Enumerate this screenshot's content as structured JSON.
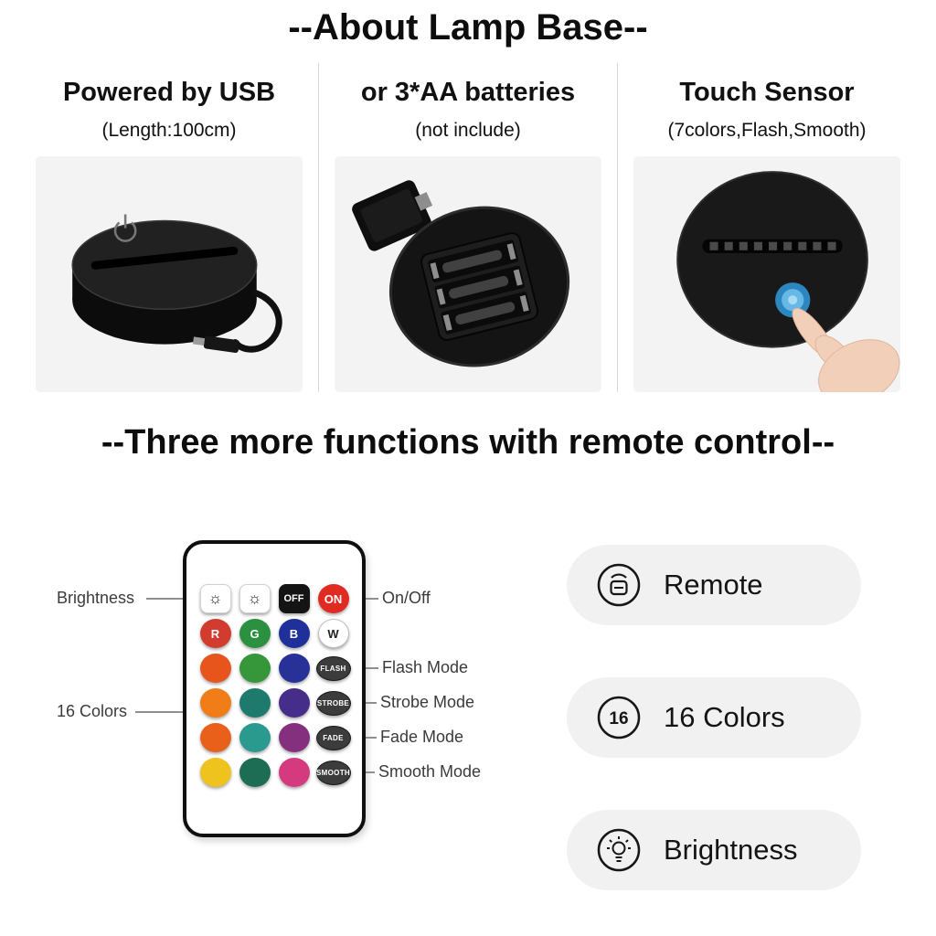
{
  "titles": {
    "about": "--About Lamp Base--",
    "functions": "--Three more functions with remote control--"
  },
  "columns": [
    {
      "heading": "Powered by USB",
      "subheading": "(Length:100cm)"
    },
    {
      "heading": "or 3*AA batteries",
      "subheading": "(not include)"
    },
    {
      "heading": "Touch Sensor",
      "subheading": "(7colors,Flash,Smooth)"
    }
  ],
  "remote": {
    "callouts": {
      "brightness": "Brightness",
      "colors": "16 Colors",
      "onoff": "On/Off",
      "flash": "Flash Mode",
      "strobe": "Strobe Mode",
      "fade": "Fade Mode",
      "smooth": "Smooth Mode"
    },
    "rows": [
      [
        {
          "name": "brightness-down-button",
          "kind": "icon",
          "glyph": "☼",
          "bg": "#ffffff",
          "fg": "#222222"
        },
        {
          "name": "brightness-up-button",
          "kind": "icon",
          "glyph": "☼",
          "bg": "#ffffff",
          "fg": "#222222"
        },
        {
          "name": "off-button",
          "kind": "square",
          "label": "OFF",
          "bg": "#141414",
          "fg": "#ffffff"
        },
        {
          "name": "on-button",
          "kind": "round",
          "label": "ON",
          "bg": "#e02b22",
          "fg": "#ffffff"
        }
      ],
      [
        {
          "name": "red-button",
          "kind": "round",
          "label": "R",
          "bg": "#d23c2e",
          "fg": "#ffffff"
        },
        {
          "name": "green-button",
          "kind": "round",
          "label": "G",
          "bg": "#2b9140",
          "fg": "#ffffff"
        },
        {
          "name": "blue-button",
          "kind": "round",
          "label": "B",
          "bg": "#20309a",
          "fg": "#ffffff"
        },
        {
          "name": "white-button",
          "kind": "round",
          "label": "W",
          "bg": "#ffffff",
          "fg": "#222222",
          "border": "#c0c0c0"
        }
      ],
      [
        {
          "name": "color-button",
          "kind": "color",
          "bg": "#e8551c"
        },
        {
          "name": "color-button",
          "kind": "color",
          "bg": "#35973a"
        },
        {
          "name": "color-button",
          "kind": "color",
          "bg": "#283198"
        },
        {
          "name": "flash-button",
          "kind": "mode",
          "label": "FLASH",
          "bg": "#3c3c3c",
          "fg": "#ffffff"
        }
      ],
      [
        {
          "name": "color-button",
          "kind": "color",
          "bg": "#f07d18"
        },
        {
          "name": "color-button",
          "kind": "color",
          "bg": "#1e7a6c"
        },
        {
          "name": "color-button",
          "kind": "color",
          "bg": "#462d8a"
        },
        {
          "name": "strobe-button",
          "kind": "mode",
          "label": "STROBE",
          "bg": "#3c3c3c",
          "fg": "#ffffff"
        }
      ],
      [
        {
          "name": "color-button",
          "kind": "color",
          "bg": "#e9601a"
        },
        {
          "name": "color-button",
          "kind": "color",
          "bg": "#2a9a8f"
        },
        {
          "name": "color-button",
          "kind": "color",
          "bg": "#84307f"
        },
        {
          "name": "fade-button",
          "kind": "mode",
          "label": "FADE",
          "bg": "#3c3c3c",
          "fg": "#ffffff"
        }
      ],
      [
        {
          "name": "color-button",
          "kind": "color",
          "bg": "#eec31e"
        },
        {
          "name": "color-button",
          "kind": "color",
          "bg": "#1d6d55"
        },
        {
          "name": "color-button",
          "kind": "color",
          "bg": "#d63a7e"
        },
        {
          "name": "smooth-button",
          "kind": "mode",
          "label": "SMOOTH",
          "bg": "#3c3c3c",
          "fg": "#ffffff"
        }
      ]
    ]
  },
  "features": [
    {
      "label": "Remote"
    },
    {
      "label": "16 Colors",
      "badge": "16"
    },
    {
      "label": "Brightness"
    }
  ]
}
